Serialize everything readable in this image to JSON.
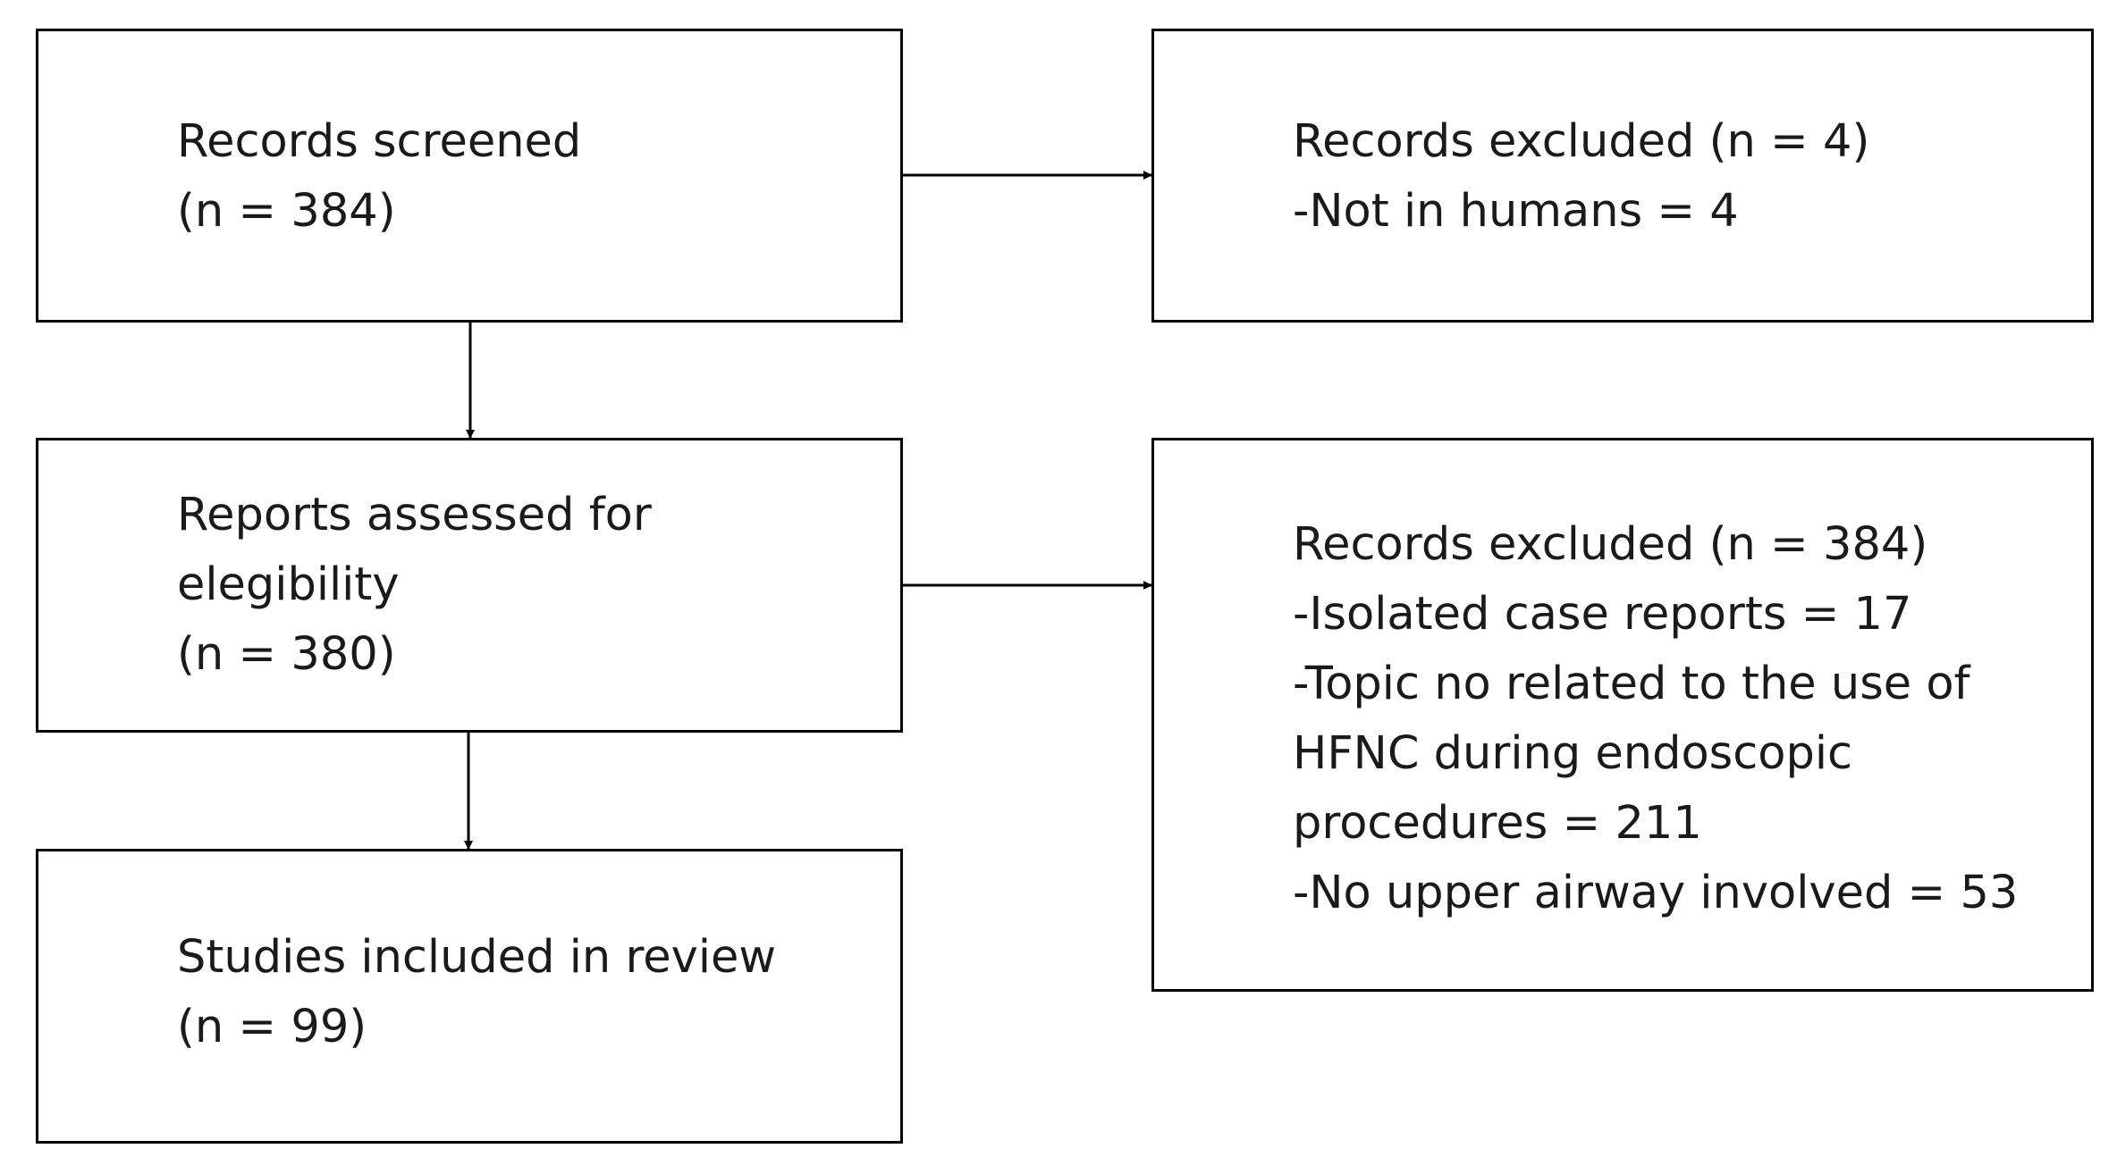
{
  "boxes": {
    "screened": {
      "lines": [
        "Records screened",
        "(n = 384)"
      ]
    },
    "assessed": {
      "lines": [
        "Reports assessed for",
        "elegibility",
        "(n = 380)"
      ]
    },
    "included": {
      "lines": [
        "Studies included in review",
        "(n = 99)"
      ]
    },
    "excluded_first": {
      "lines": [
        "Records excluded (n = 4)",
        "-Not in humans = 4"
      ]
    },
    "excluded_second": {
      "lines": [
        "Records excluded (n = 384)",
        "-Isolated case reports = 17",
        "-Topic no related to the use of",
        "HFNC during endoscopic",
        "procedures = 211",
        "-No upper airway involved = 53"
      ]
    }
  }
}
